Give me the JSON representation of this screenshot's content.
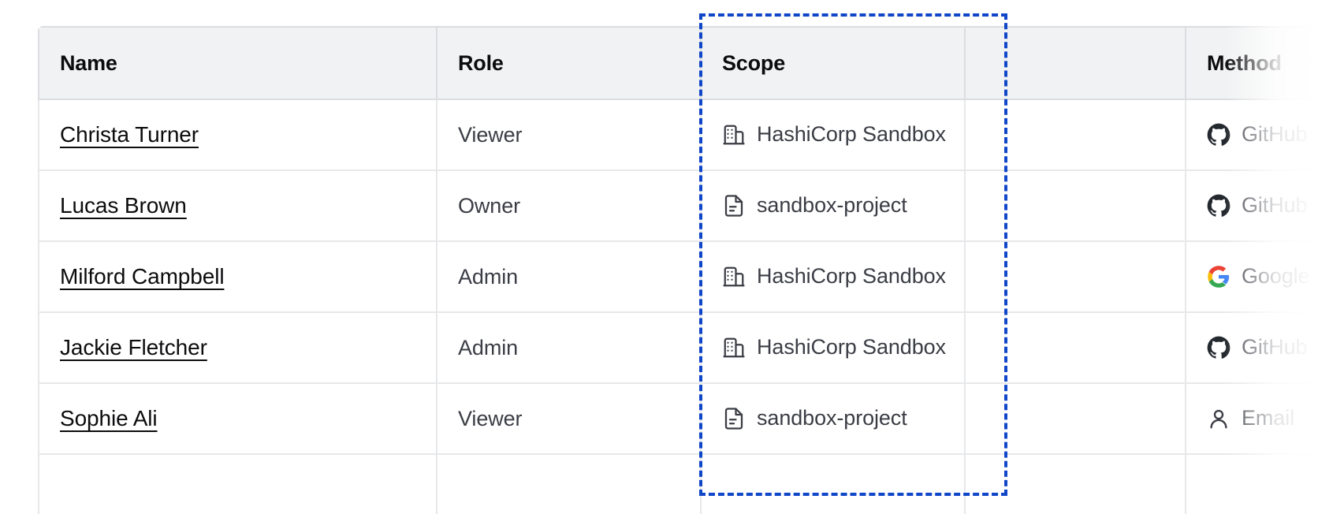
{
  "table": {
    "columns": [
      {
        "key": "name",
        "label": "Name"
      },
      {
        "key": "role",
        "label": "Role"
      },
      {
        "key": "scope",
        "label": "Scope"
      },
      {
        "key": "blank",
        "label": ""
      },
      {
        "key": "method",
        "label": "Method"
      }
    ],
    "rows": [
      {
        "name": "Christa Turner",
        "role": "Viewer",
        "scope": "HashiCorp Sandbox",
        "scope_icon": "organization-building-icon",
        "method": "GitHub",
        "method_icon": "github-icon"
      },
      {
        "name": "Lucas Brown",
        "role": "Owner",
        "scope": "sandbox-project",
        "scope_icon": "project-document-icon",
        "method": "GitHub",
        "method_icon": "github-icon"
      },
      {
        "name": "Milford Campbell",
        "role": "Admin",
        "scope": "HashiCorp Sandbox",
        "scope_icon": "organization-building-icon",
        "method": "Google",
        "method_icon": "google-icon"
      },
      {
        "name": "Jackie Fletcher",
        "role": "Admin",
        "scope": "HashiCorp Sandbox",
        "scope_icon": "organization-building-icon",
        "method": "GitHub",
        "method_icon": "github-icon"
      },
      {
        "name": "Sophie Ali",
        "role": "Viewer",
        "scope": "sandbox-project",
        "scope_icon": "project-document-icon",
        "method": "Email",
        "method_icon": "user-person-icon"
      }
    ]
  },
  "highlight": {
    "target_column": "Scope",
    "color": "#1046c8",
    "style": "dashed"
  },
  "colors": {
    "header_background": "#f1f2f3",
    "header_text": "#0c0c0e",
    "body_text": "#3b3d45",
    "link_text": "#0c0c0e",
    "border": "#e7e8ea",
    "header_border": "#dcdde0",
    "highlight": "#1046c8",
    "google_blue": "#4285f4",
    "google_red": "#ea4335",
    "google_yellow": "#fbbc05",
    "google_green": "#34a853",
    "github_black": "#24292f"
  }
}
